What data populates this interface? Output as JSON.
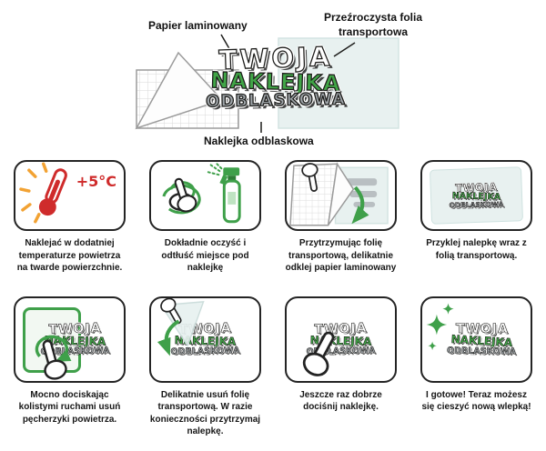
{
  "header": {
    "label_paper": "Papier laminowany",
    "label_foil": "Przeźroczysta folia transportowa",
    "label_sticker": "Naklejka odblaskowa",
    "sticker": {
      "line1": "TWOJA",
      "line2": "NAKLEJKA",
      "line3": "ODBLASKOWA"
    }
  },
  "steps": [
    {
      "icon": "thermometer-icon",
      "icon_text": "+5°C",
      "caption": "Naklejać w dodatniej temperaturze powietrza na twarde powierzchnie."
    },
    {
      "icon": "clean-spray-icon",
      "caption": "Dokładnie oczyść i odtłuść miejsce pod naklejkę"
    },
    {
      "icon": "peel-paper-icon",
      "caption": "Przytrzymując folię transportową, delikatnie odklej papier laminowany"
    },
    {
      "icon": "apply-with-foil-icon",
      "caption": "Przyklej nalepkę wraz z folią transportową."
    },
    {
      "icon": "press-circular-icon",
      "caption": "Mocno dociskając kolistymi ruchami usuń pęcherzyki powietrza."
    },
    {
      "icon": "remove-foil-icon",
      "caption": "Delikatnie usuń folię transportową. W razie konieczności przytrzymaj nalepkę."
    },
    {
      "icon": "press-again-icon",
      "caption": "Jeszcze raz dobrze dociśnij naklejkę."
    },
    {
      "icon": "done-sparkles-icon",
      "caption": "I gotowe! Teraz możesz się cieszyć nową wlepką!"
    }
  ],
  "colors": {
    "green": "#3fa04a",
    "red": "#cf2b2b",
    "orange": "#f2a233",
    "outline": "#1d1d1b",
    "foil": "#e8f1f0"
  }
}
